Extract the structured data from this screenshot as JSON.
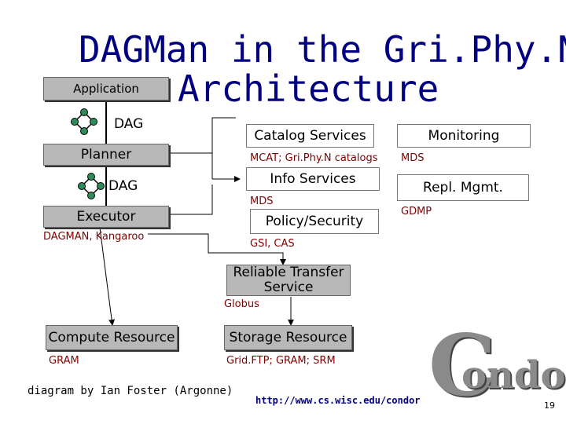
{
  "title": {
    "line1": "DAGMan in the Gri.Phy.N",
    "line2": "Architecture"
  },
  "boxes": {
    "application": "Application",
    "planner": "Planner",
    "executor": "Executor",
    "catalog_services": "Catalog Services",
    "info_services": "Info Services",
    "policy_security": "Policy/Security",
    "monitoring": "Monitoring",
    "repl_mgmt": "Repl. Mgmt.",
    "reliable_transfer": "Reliable Transfer Service",
    "compute_resource": "Compute Resource",
    "storage_resource": "Storage Resource"
  },
  "labels": {
    "dag_1": "DAG",
    "dag_2": "DAG",
    "dagman_kangaroo": "DAGMAN, Kangaroo",
    "mcat": "MCAT; Gri.Phy.N catalogs",
    "mds_1": "MDS",
    "mds_2": "MDS",
    "gdmp": "GDMP",
    "gsi_cas": "GSI, CAS",
    "globus": "Globus",
    "gram": "GRAM",
    "gridftp": "Grid.FTP; GRAM; SRM"
  },
  "footer": {
    "credit": "diagram by Ian Foster (Argonne)",
    "url": "http://www.cs.wisc.edu/condor",
    "logo_text": "ondor",
    "logo_initial": "C",
    "page_number": "19"
  },
  "colors": {
    "title": "#000080",
    "subtext": "#800000",
    "box_gray": "#b8b8b8",
    "logo": "#8a8a8a"
  }
}
